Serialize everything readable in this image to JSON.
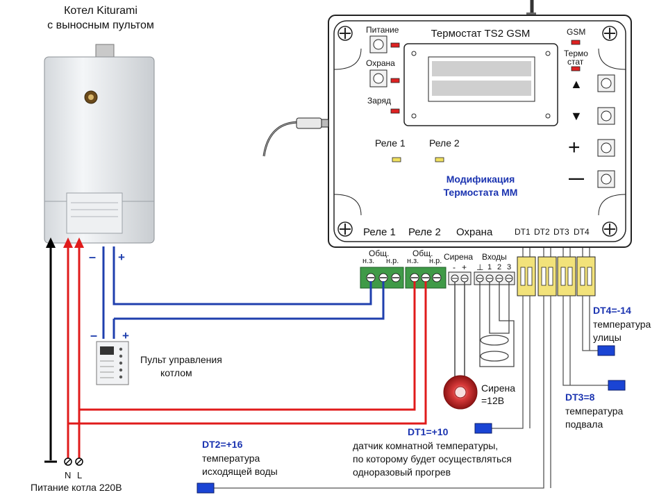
{
  "boiler": {
    "title_line1": "Котел Kiturami",
    "title_line2": "с выносным пультом",
    "minus": "–",
    "plus": "+"
  },
  "power": {
    "n": "N",
    "l": "L",
    "caption": "Питание котла 220В"
  },
  "remote": {
    "minus": "–",
    "plus": "+",
    "caption_line1": "Пульт управления",
    "caption_line2": "котлом"
  },
  "thermostat": {
    "title": "Термостат TS2 GSM",
    "indicators": {
      "power": "Питание",
      "guard": "Охрана",
      "charge": "Заряд",
      "gsm": "GSM",
      "thermo_line1": "Термо",
      "thermo_line2": "стат"
    },
    "relay1": "Реле 1",
    "relay2": "Реле 2",
    "modification_line1": "Модификация",
    "modification_line2": "Термостата ММ",
    "buttons": {
      "up": "▲",
      "down": "▼",
      "plus": "+",
      "minus": "—"
    },
    "bottom_labels": [
      "Реле 1",
      "Реле 2",
      "Охрана",
      "DT1",
      "DT2",
      "DT3",
      "DT4"
    ]
  },
  "terminals": {
    "relay_common": "Общ.",
    "nc": "н.з.",
    "no": "н.р.",
    "siren": "Сирена",
    "siren_minus": "-",
    "siren_plus": "+",
    "inputs": "Входы",
    "ground": "⊥",
    "in1": "1",
    "in2": "2",
    "in3": "3"
  },
  "siren": {
    "line1": "Сирена",
    "line2": "=12В"
  },
  "sensors": {
    "dt1": {
      "label": "DT1=+10",
      "desc_line1": "датчик комнатной температуры,",
      "desc_line2": "по которому будет осуществляться",
      "desc_line3": "одноразовый прогрев"
    },
    "dt2": {
      "label": "DT2=+16",
      "desc_line1": "температура",
      "desc_line2": "исходящей воды"
    },
    "dt3": {
      "label": "DT3=8",
      "desc_line1": "температура",
      "desc_line2": "подвала"
    },
    "dt4": {
      "label": "DT4=-14",
      "desc_line1": "температура",
      "desc_line2": "улицы"
    }
  },
  "colors": {
    "wire_black": "#000000",
    "wire_red": "#e01b1b",
    "wire_blue": "#1f3fae",
    "terminal_green": "#3f9a47",
    "connector_yellow": "#f2e27a",
    "sensor_blue": "#1a44d4",
    "label_blue": "#1a33b0"
  }
}
